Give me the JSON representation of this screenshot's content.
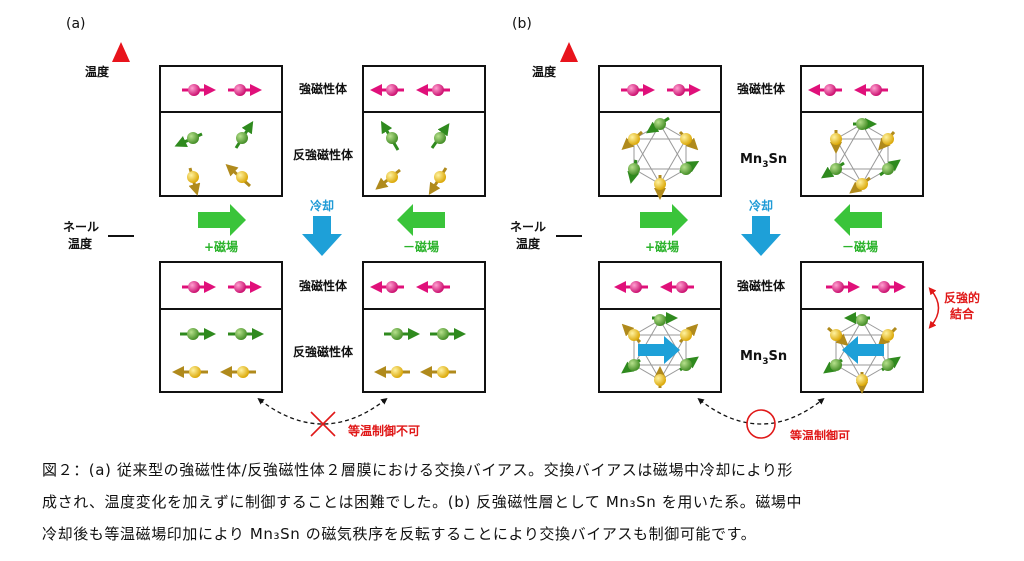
{
  "panel_a": {
    "label": "(a)",
    "axis_top": "温度",
    "neel_line1": "ネール",
    "neel_line2": "温度",
    "ferro_label_top": "強磁性体",
    "antiferro_label_top": "反強磁性体",
    "cool_label": "冷却",
    "plus_field": "+磁場",
    "minus_field": "－磁場",
    "ferro_label_bottom": "強磁性体",
    "antiferro_label_bottom": "反強磁性体",
    "isothermal": "等温制御不可"
  },
  "panel_b": {
    "label": "(b)",
    "axis_top": "温度",
    "neel_line1": "ネール",
    "neel_line2": "温度",
    "ferro_label_top": "強磁性体",
    "mn_label_top": "Mn",
    "mn_label_top_sub": "3",
    "mn_label_top_rest": "Sn",
    "cool_label": "冷却",
    "plus_field": "+磁場",
    "minus_field": "－磁場",
    "ferro_label_bottom": "強磁性体",
    "mn_label_bottom": "Mn",
    "mn_label_bottom_sub": "3",
    "mn_label_bottom_rest": "Sn",
    "coupling_line1": "反強的",
    "coupling_line2": "結合",
    "isothermal": "等温制御可"
  },
  "colors": {
    "axis_top": "#e8141c",
    "axis_bottom": "#4a5fd0",
    "magenta_atom": "#e0107a",
    "green_atom": "#4e9a2c",
    "yellow_atom": "#e8b800",
    "field_arrow": "#3ac43a",
    "cool_arrow": "#1ea0d8",
    "red_text": "#e01818",
    "text_green": "#2bb32b",
    "text_blue": "#1e9ad6"
  },
  "caption": {
    "line1": "図２：(a) 従来型の強磁性体/反強磁性体２層膜における交換バイアス。交換バイアスは磁場中冷却により形",
    "line2": "成され、温度変化を加えずに制御することは困難でした。(b) 反強磁性層として Mn₃Sn を用いた系。磁場中",
    "line3": "冷却後も等温磁場印加により Mn₃Sn の磁気秩序を反転することにより交換バイアスも制御可能です。"
  }
}
